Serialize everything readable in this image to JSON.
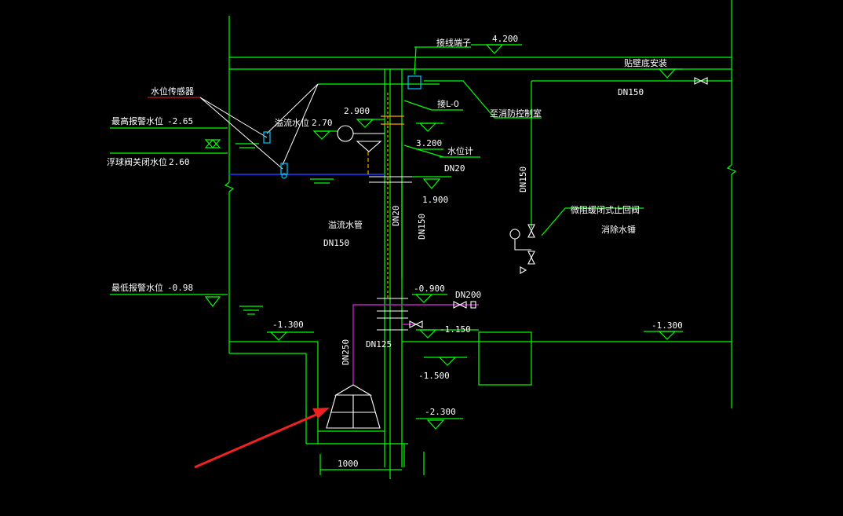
{
  "colors": {
    "background": "#000000",
    "structure": "#00ff00",
    "water_line": "#1e3cff",
    "text": "#ffffff",
    "pipe_magenta": "#c020c0",
    "pipe_orange": "#ffa000",
    "sensor": "#00c8ff",
    "arrow": "#ee2222"
  },
  "labels": {
    "terminal": "接线端子",
    "elev_top": "4.200",
    "wall_mount": "贴壁底安装",
    "dn150_top": "DN150",
    "sensor": "水位传感器",
    "high_alarm": "最高报警水位",
    "high_alarm_val": "-2.65",
    "overflow_level": "溢流水位",
    "overflow_val": "2.70",
    "elev_2900": "2.900",
    "ctrl_tag": "接L-0",
    "to_fire_room": "至消防控制室",
    "float_close": "浮球阀关闭水位",
    "float_val": "2.60",
    "elev_3200": "3.200",
    "level_gauge": "水位计",
    "dn20": "DN20",
    "elev_1900": "1.900",
    "dn150_v": "DN150",
    "slow_check": "微阻缓闭式止回阀",
    "hammer": "消除水锤",
    "overflow_pipe": "溢流水管",
    "dn150_overflow": "DN150",
    "dn20_v": "DN20",
    "dn150_v2": "DN150",
    "low_alarm": "最低报警水位",
    "low_alarm_val": "-0.98",
    "elev_m0900": "-0.900",
    "dn200": "DN200",
    "elev_m1300_left": "-1.300",
    "elev_m1150": "-1.150",
    "elev_m1300_right": "-1.300",
    "dn250": "DN250",
    "dn125": "DN125",
    "elev_m1500": "-1.500",
    "elev_m2300": "-2.300",
    "dim_1000": "1000"
  }
}
